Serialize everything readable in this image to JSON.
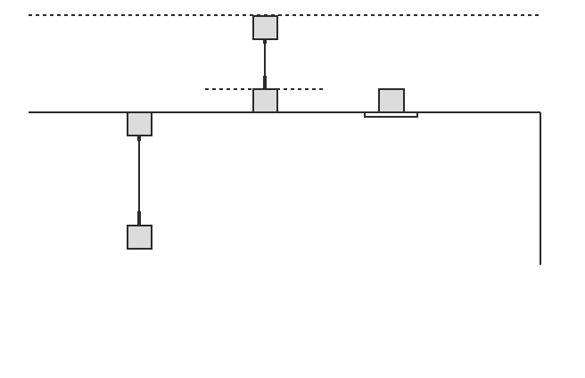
{
  "diagram": {
    "colors": {
      "background": "#ffffff",
      "stroke": "#2b2b2b",
      "box_fill": "#dcdcdc"
    },
    "elements": [
      "dashed-line-top",
      "dashed-line-middle",
      "main-line",
      "vertical-line-right",
      "box-top",
      "box-middle",
      "box-on-base",
      "base-plate",
      "box-left-upper",
      "box-left-lower",
      "connector-top-vertical",
      "connector-left-vertical"
    ]
  }
}
